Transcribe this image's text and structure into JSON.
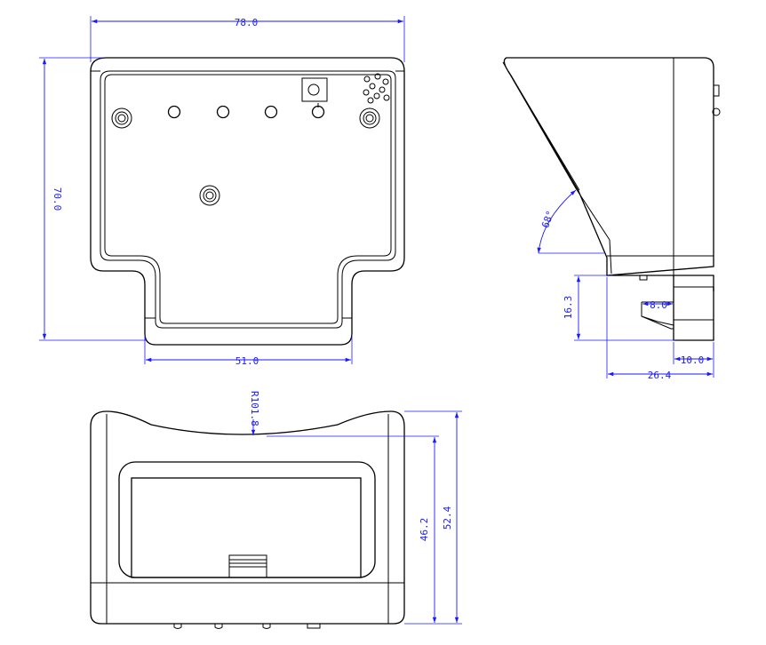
{
  "drawing": {
    "line_color": "#000000",
    "dimension_color": "#1a1aff",
    "front_view": {
      "width_label": "78.0",
      "height_label": "70.0",
      "bottom_width_label": "51.0"
    },
    "side_view": {
      "angle_label": "68°",
      "height_label": "16.3",
      "slot_label": "8.0",
      "step_label": "10.0",
      "depth_label": "26.4"
    },
    "bottom_view": {
      "radius_label": "R101.8",
      "inner_height_label": "46.2",
      "outer_height_label": "52.4"
    }
  }
}
